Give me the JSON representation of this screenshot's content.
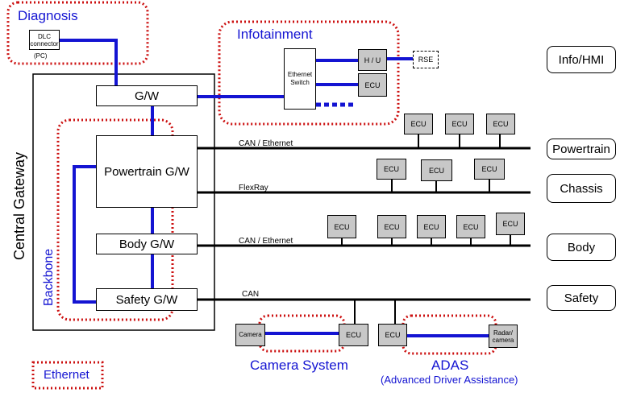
{
  "groups": {
    "diagnosis": "Diagnosis",
    "infotainment": "Infotainment",
    "backbone": "Backbone",
    "ethernet": "Ethernet",
    "camera_system": "Camera System",
    "adas": "ADAS",
    "adas_sub": "(Advanced Driver Assistance)"
  },
  "central_gateway": "Central Gateway",
  "dlc": {
    "line1": "DLC",
    "line2": "connector",
    "pc": "(PC)"
  },
  "gateways": {
    "gw": "G/W",
    "powertrain": "Powertrain G/W",
    "body": "Body G/W",
    "safety": "Safety G/W"
  },
  "infotainment": {
    "switch_line1": "Ethernet",
    "switch_line2": "Switch",
    "hu": "H / U",
    "ecu": "ECU",
    "rse": "RSE"
  },
  "buses": {
    "powertrain": "CAN / Ethernet",
    "chassis": "FlexRay",
    "body": "CAN / Ethernet",
    "safety": "CAN"
  },
  "ecu_label": "ECU",
  "camera_label": "Camera",
  "radar_label": "Radar/\ncamera",
  "categories": {
    "info": "Info/HMI",
    "powertrain": "Powertrain",
    "chassis": "Chassis",
    "body": "Body",
    "safety": "Safety"
  },
  "colors": {
    "ethernet": "#1414d2",
    "outline": "#cc1111"
  }
}
